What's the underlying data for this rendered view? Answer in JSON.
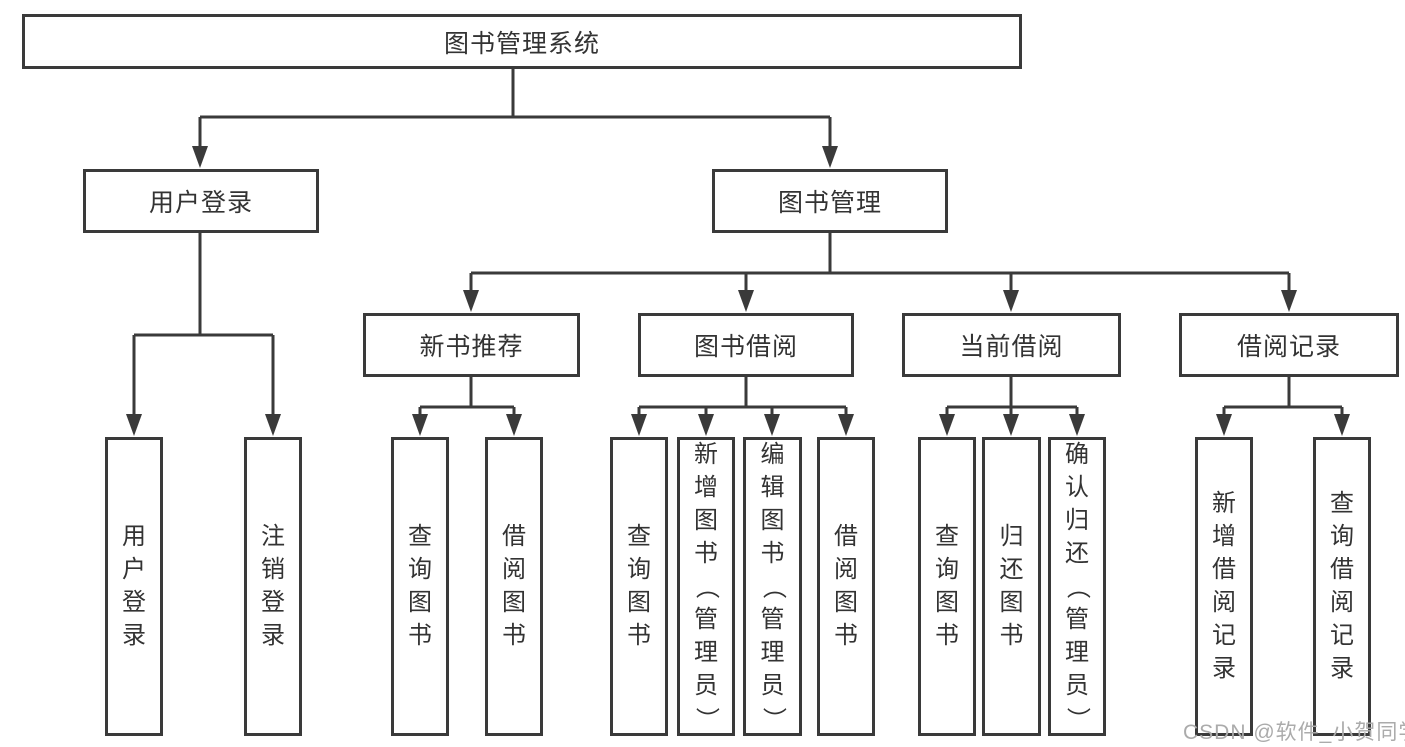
{
  "diagram": {
    "type": "hierarchy-tree",
    "colors": {
      "line": "#3a3a3a",
      "box_border": "#3a3a3a",
      "text": "#333333",
      "background": "#ffffff",
      "watermark": "#ababab"
    }
  },
  "tree": {
    "label": "图书管理系统",
    "children": [
      {
        "label": "用户登录",
        "children": [
          {
            "label": "用户登录"
          },
          {
            "label": "注销登录"
          }
        ]
      },
      {
        "label": "图书管理",
        "children": [
          {
            "label": "新书推荐",
            "children": [
              {
                "label": "查询图书"
              },
              {
                "label": "借阅图书"
              }
            ]
          },
          {
            "label": "图书借阅",
            "children": [
              {
                "label": "查询图书"
              },
              {
                "label": "新增图书（管理员）"
              },
              {
                "label": "编辑图书（管理员）"
              },
              {
                "label": "借阅图书"
              }
            ]
          },
          {
            "label": "当前借阅",
            "children": [
              {
                "label": "查询图书"
              },
              {
                "label": "归还图书"
              },
              {
                "label": "确认归还（管理员）"
              }
            ]
          },
          {
            "label": "借阅记录",
            "children": [
              {
                "label": "新增借阅记录"
              },
              {
                "label": "查询借阅记录"
              }
            ]
          }
        ]
      }
    ]
  },
  "watermark": {
    "text": "CSDN @软件_小贺同学"
  }
}
